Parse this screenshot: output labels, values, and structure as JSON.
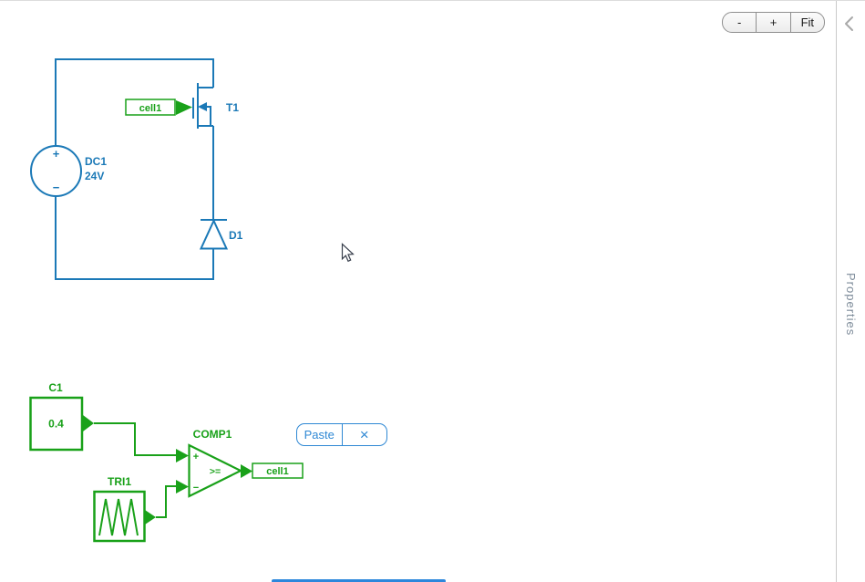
{
  "toolbar": {
    "zoom_out_label": "-",
    "zoom_in_label": "+",
    "fit_label": "Fit"
  },
  "side_panel": {
    "title": "Properties"
  },
  "schematic": {
    "dc_source": {
      "name": "DC1",
      "value": "24V",
      "plus_sign": "+",
      "minus_sign": "−"
    },
    "mosfet": {
      "name": "T1"
    },
    "diode": {
      "name": "D1"
    },
    "gate_signal_label": "cell1"
  },
  "control_blocks": {
    "constant": {
      "name": "C1",
      "value": "0.4"
    },
    "triangle_source": {
      "name": "TRI1"
    },
    "comparator": {
      "name": "COMP1",
      "operator": ">=",
      "plus_sign": "+",
      "minus_sign": "−"
    },
    "output_signal_label": "cell1"
  },
  "context_menu": {
    "paste_label": "Paste",
    "close_label": "×"
  },
  "colors": {
    "circuit_blue": "#1b79b7",
    "control_green": "#19a119",
    "popup_blue": "#2f88d4",
    "panel_text": "#7e8c9a",
    "scrollbar_blue": "#2c87dc"
  }
}
